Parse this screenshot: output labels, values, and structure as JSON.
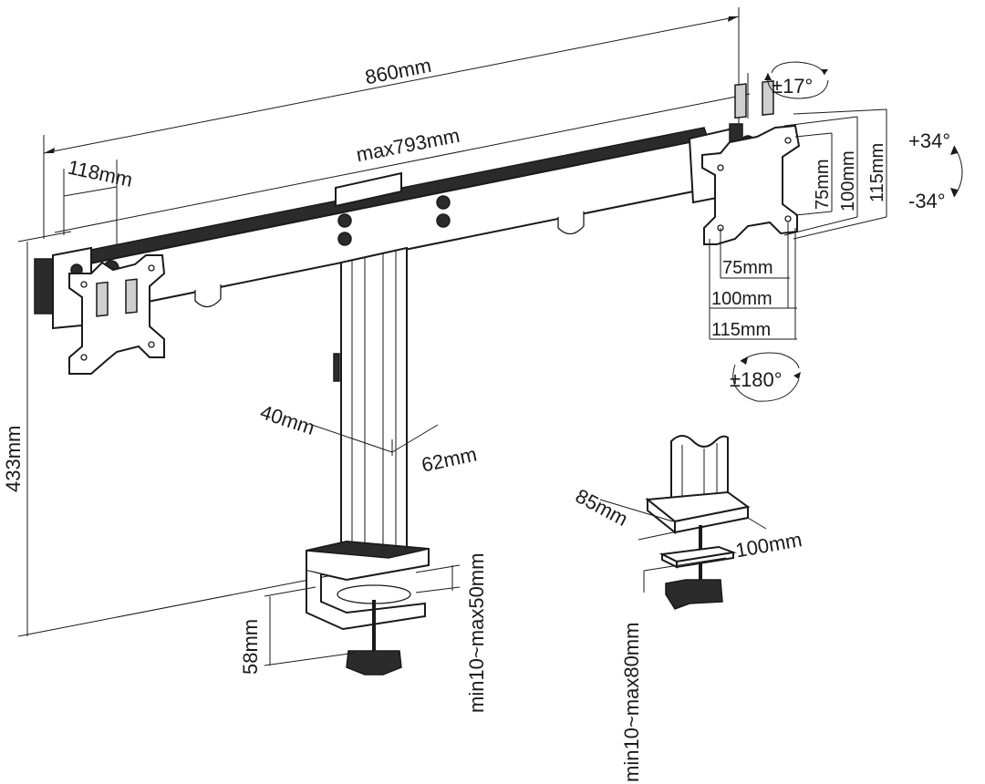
{
  "dimensions": {
    "overall_width": "860mm",
    "max_width": "max793mm",
    "arm_offset": "118mm",
    "height": "433mm",
    "pole_depth": "40mm",
    "pole_width": "62mm",
    "clamp_depth": "58mm",
    "clamp_range": "min10~max50mm",
    "grommet_depth": "85mm",
    "grommet_width": "100mm",
    "grommet_range": "min10~max80mm"
  },
  "vesa": {
    "h_75": "75mm",
    "h_100": "100mm",
    "h_115": "115mm",
    "v_75": "75mm",
    "v_100": "100mm",
    "v_115": "115mm"
  },
  "rotation": {
    "swivel": "±17°",
    "tilt_up": "+34°",
    "tilt_down": "-34°",
    "rotate": "±180°"
  },
  "colors": {
    "line": "#1a1a1a",
    "dark_part": "#2b2b2b",
    "background": "#ffffff"
  }
}
